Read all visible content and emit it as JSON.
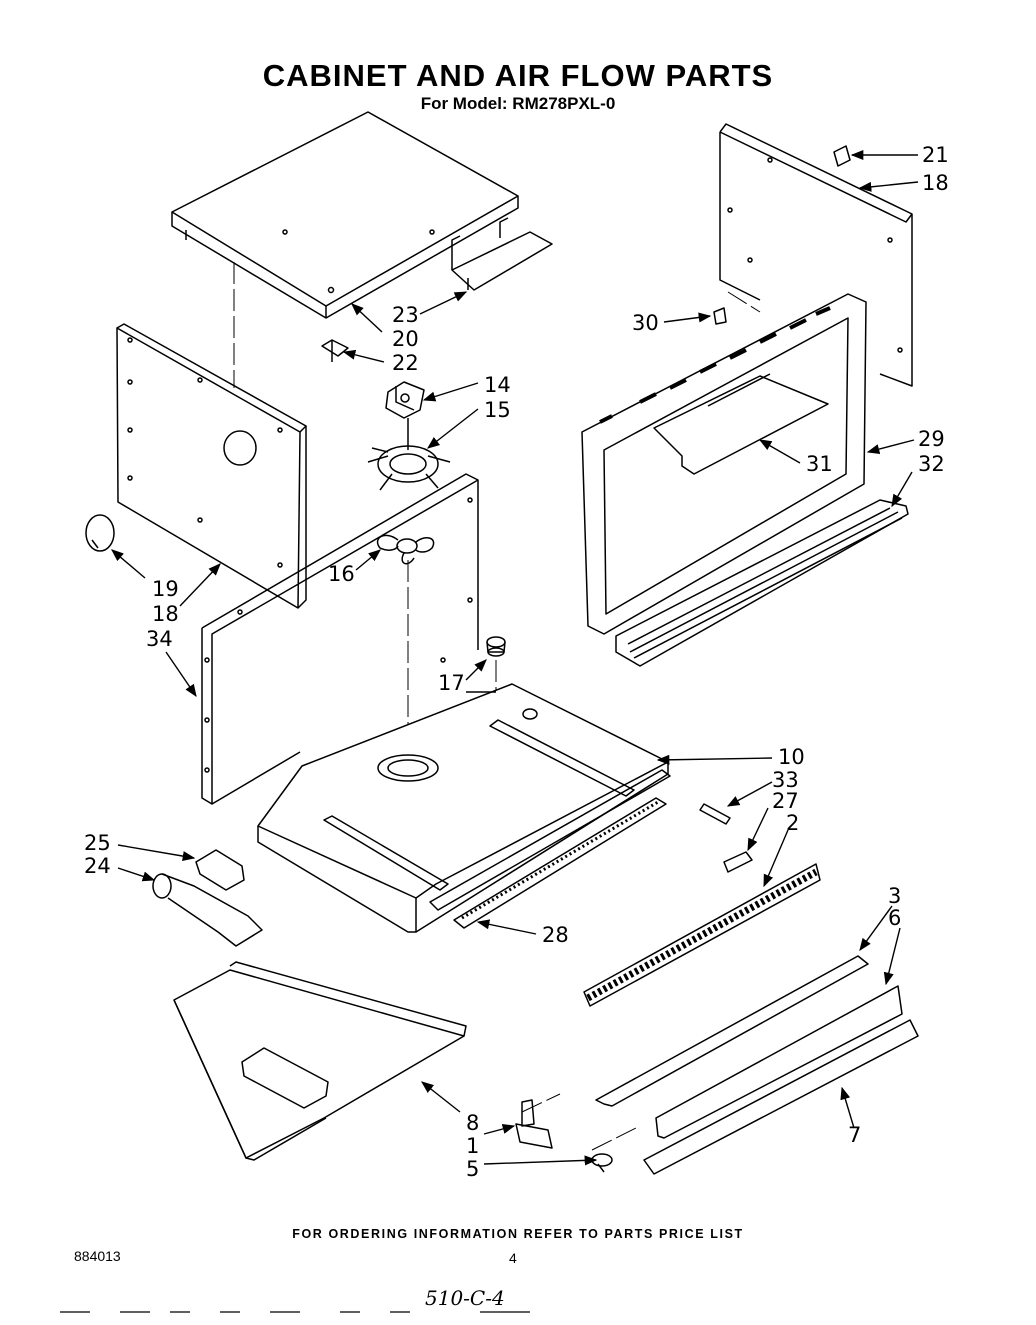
{
  "header": {
    "title": "CABINET AND AIR FLOW PARTS",
    "subtitle": "For Model: RM278PXL-0"
  },
  "callouts": {
    "c21": "21",
    "c18a": "18",
    "c23": "23",
    "c20": "20",
    "c22": "22",
    "c30": "30",
    "c14": "14",
    "c15": "15",
    "c31": "31",
    "c29": "29",
    "c32": "32",
    "c19": "19",
    "c18b": "18",
    "c16": "16",
    "c34": "34",
    "c17": "17",
    "c10": "10",
    "c33": "33",
    "c27": "27",
    "c2": "2",
    "c25": "25",
    "c24": "24",
    "c28": "28",
    "c3": "3",
    "c6": "6",
    "c8": "8",
    "c1": "1",
    "c5": "5",
    "c7": "7"
  },
  "footer": {
    "ordering_note": "FOR ORDERING INFORMATION REFER TO PARTS PRICE LIST",
    "doc_number": "884013",
    "page_number": "4",
    "handwritten": "510-C-4"
  }
}
